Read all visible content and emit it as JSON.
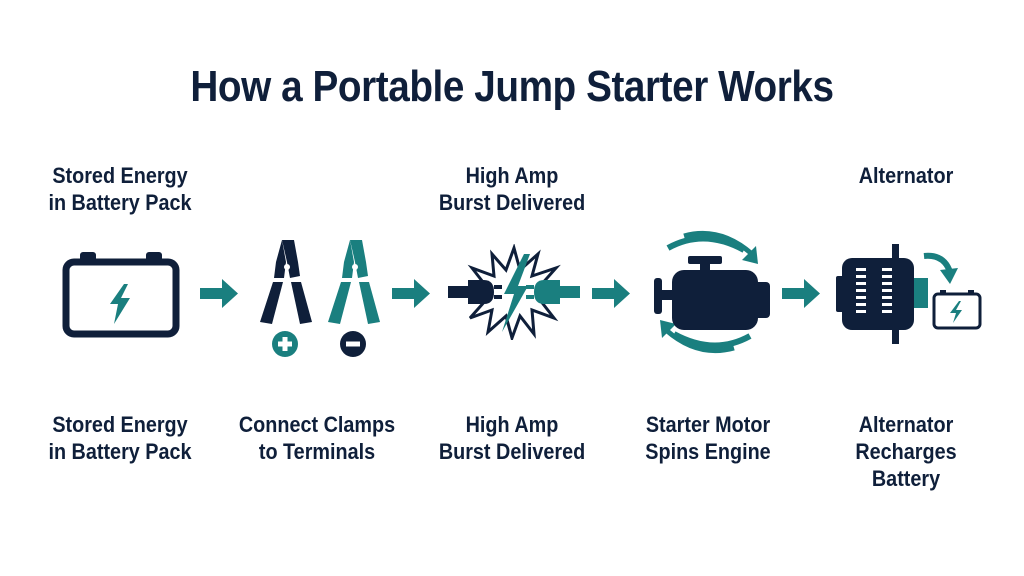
{
  "title": "How a Portable Jump Starter Works",
  "colors": {
    "navy": "#0f1f3a",
    "teal": "#1a7f7f",
    "background": "#ffffff"
  },
  "top_labels": [
    {
      "line1": "Stored Energy",
      "line2": "in Battery Pack"
    },
    {
      "line1": "High Amp",
      "line2": "Burst Delivered"
    },
    {
      "line1": "Alternator",
      "line2": ""
    }
  ],
  "steps": [
    {
      "icon": "battery-icon",
      "line1": "Stored Energy",
      "line2": "in Battery Pack",
      "line3": ""
    },
    {
      "icon": "jumper-clamps-icon",
      "line1": "Connect Clamps",
      "line2": "to Terminals",
      "line3": "",
      "symbols": [
        "+",
        "−"
      ]
    },
    {
      "icon": "spark-plug-connection-icon",
      "line1": "High Amp",
      "line2": "Burst Delivered",
      "line3": ""
    },
    {
      "icon": "engine-rotation-icon",
      "line1": "Starter Motor",
      "line2": "Spins Engine",
      "line3": ""
    },
    {
      "icon": "alternator-recharge-icon",
      "line1": "Alternator",
      "line2": "Recharges",
      "line3": "Battery"
    }
  ],
  "arrows": [
    "right-arrow",
    "right-arrow",
    "right-arrow",
    "right-arrow"
  ]
}
